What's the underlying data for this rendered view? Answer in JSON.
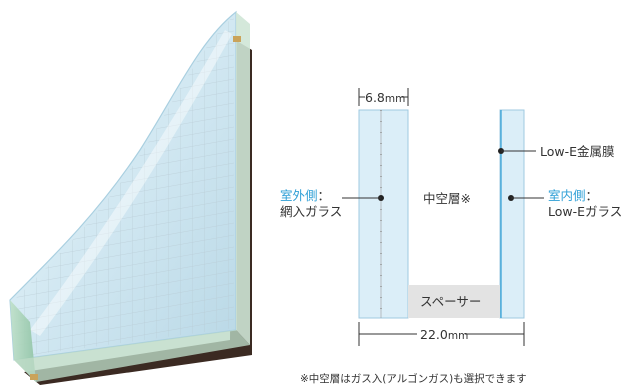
{
  "labels": {
    "dim_top": "6.8",
    "dim_top_unit": "mm",
    "lowe_film": "Low-E金属膜",
    "outdoor_side": "室外側",
    "outdoor_colon": "：",
    "outdoor_glass": "網入ガラス",
    "air_layer": "中空層※",
    "indoor_side": "室内側",
    "indoor_colon": "：",
    "indoor_glass": "Low-Eガラス",
    "spacer": "スペーサー",
    "dim_bottom": "22.0",
    "dim_bottom_unit": "mm",
    "footnote": "※中空層はガス入(アルゴンガス)も選択できます"
  },
  "colors": {
    "glass_fill": "#dbeef8",
    "glass_edge": "#9fc9e0",
    "spacer_fill": "#e3e3e3",
    "accent": "#2e9fd6",
    "line": "#333333"
  }
}
